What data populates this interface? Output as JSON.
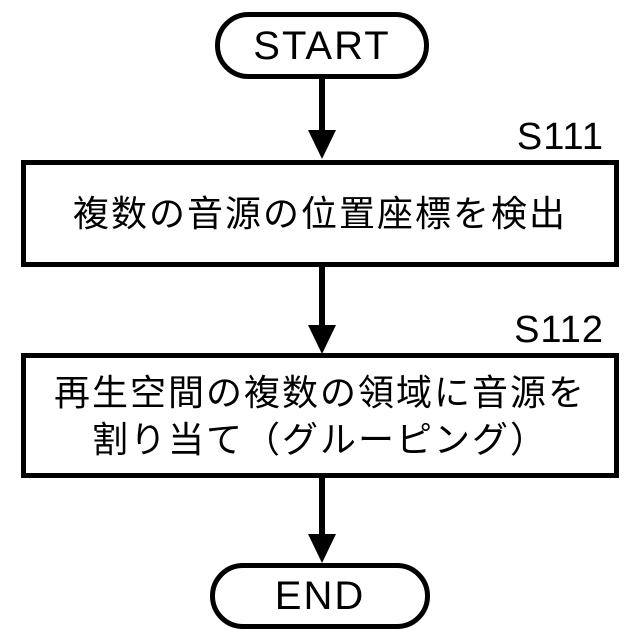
{
  "diagram": {
    "type": "flowchart",
    "background_color": "#ffffff",
    "stroke_color": "#000000",
    "nodes": {
      "start": {
        "label": "START",
        "shape": "terminator"
      },
      "step1": {
        "id": "S111",
        "label": "複数の音源の位置座標を検出",
        "shape": "process"
      },
      "step2": {
        "id": "S112",
        "label_line1": "再生空間の複数の領域に音源を",
        "label_line2": "割り当て（グルーピング）",
        "shape": "process"
      },
      "end": {
        "label": "END",
        "shape": "terminator"
      }
    },
    "flow": [
      "start",
      "step1",
      "step2",
      "end"
    ]
  }
}
